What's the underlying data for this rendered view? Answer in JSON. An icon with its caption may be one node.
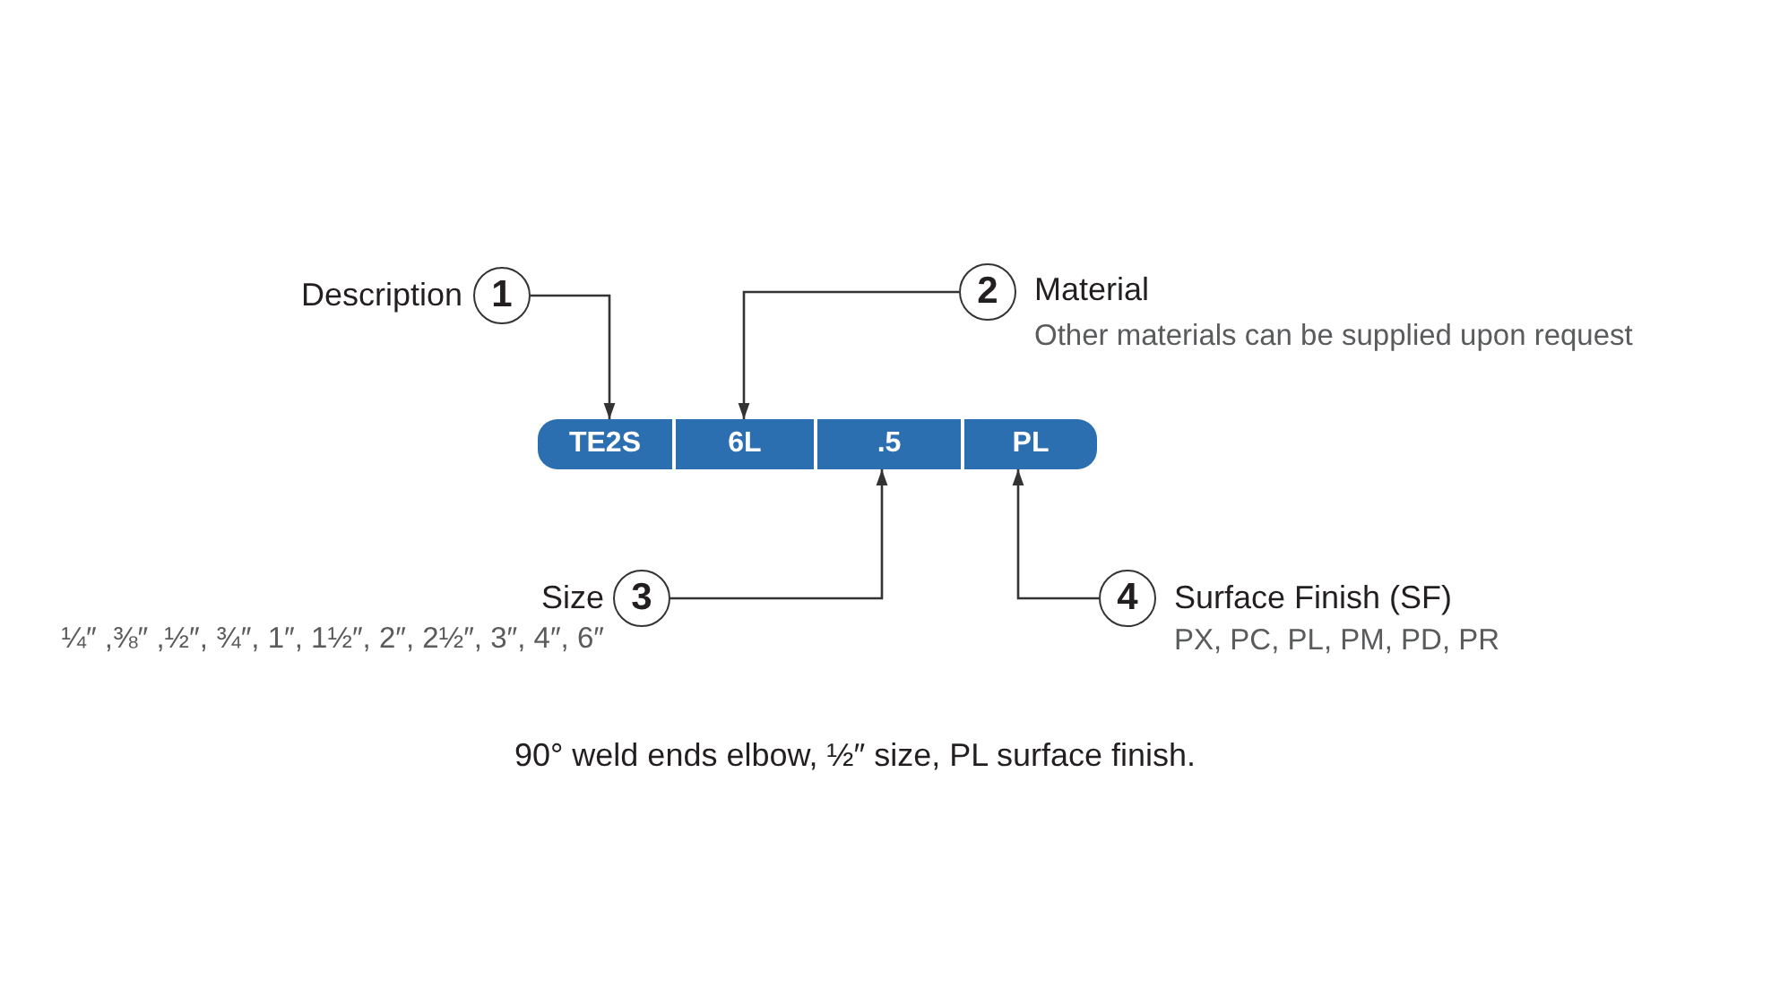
{
  "diagram": {
    "nodes": [
      {
        "text": [
          "1"
        ],
        "beside": [
          "Description"
        ]
      },
      {
        "text": [
          "2"
        ],
        "beside": [
          "Material",
          "Other materials can be supplied upon request"
        ]
      },
      {
        "text": [
          "TE2S"
        ]
      },
      {
        "text": [
          "6L"
        ]
      },
      {
        "text": [
          ".5"
        ]
      },
      {
        "text": [
          "PL"
        ]
      },
      {
        "text": [
          "3"
        ],
        "beside": [
          "Size",
          "¼″ ,⅜″ ,½″, ¾″, 1″, 1½″, 2″, 2½″, 3″, 4″, 6″"
        ]
      },
      {
        "text": [
          "4"
        ],
        "beside": [
          "Surface Finish (SF)",
          "PX, PC, PL, PM, PD, PR"
        ]
      }
    ],
    "edges": [
      {
        "from": 0,
        "to": 2,
        "arrow": "to"
      },
      {
        "from": 1,
        "to": 3,
        "arrow": "to"
      },
      {
        "from": 6,
        "to": 4,
        "arrow": "to"
      },
      {
        "from": 7,
        "to": 5,
        "arrow": "to"
      }
    ],
    "caption": "90° weld ends elbow, ½″ size, PL surface finish."
  }
}
